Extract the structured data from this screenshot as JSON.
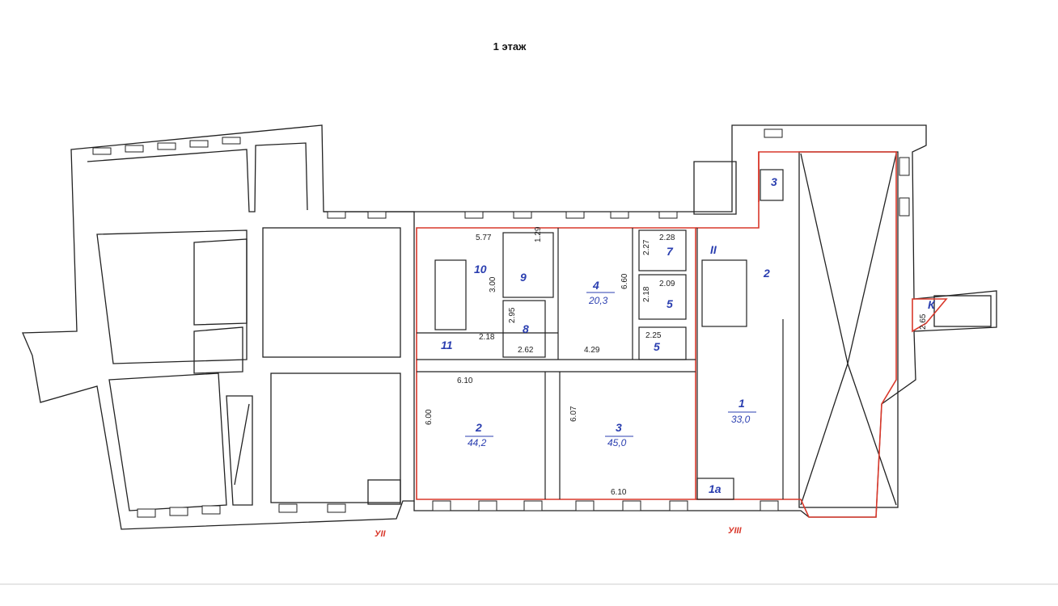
{
  "title": "1 этаж",
  "colors": {
    "wall": "#222222",
    "highlight": "#d9382b",
    "label": "#2b3fb0",
    "axis": "#d9382b"
  },
  "rooms": {
    "r1": {
      "number": "1",
      "area": "33,0"
    },
    "r1a": {
      "number": "1а"
    },
    "r2": {
      "number": "2",
      "area": "44,2"
    },
    "r2s": {
      "number": "2"
    },
    "r3": {
      "number": "3",
      "area": "45,0"
    },
    "r3s": {
      "number": "3"
    },
    "r4": {
      "number": "4",
      "area": "20,3"
    },
    "r5a": {
      "number": "5"
    },
    "r5b": {
      "number": "5"
    },
    "r7": {
      "number": "7"
    },
    "r8": {
      "number": "8"
    },
    "r9": {
      "number": "9"
    },
    "r10": {
      "number": "10"
    },
    "r11": {
      "number": "11"
    },
    "rI": {
      "number": "II"
    },
    "rK": {
      "number": "К"
    }
  },
  "dimensions": {
    "d577": "5.77",
    "d129": "1.29",
    "d300": "3.00",
    "d295": "2.95",
    "d218": "2.18",
    "d262": "2.62",
    "d660": "6.60",
    "d429": "4.29",
    "d227": "2.27",
    "d228": "2.28",
    "d218b": "2.18",
    "d209": "2.09",
    "d225": "2.25",
    "d610": "6.10",
    "d607": "6.07",
    "d600": "6.00",
    "d610b": "6.10",
    "dK": "2.65"
  },
  "axes": {
    "a1": "УII",
    "a2": "УIII"
  }
}
